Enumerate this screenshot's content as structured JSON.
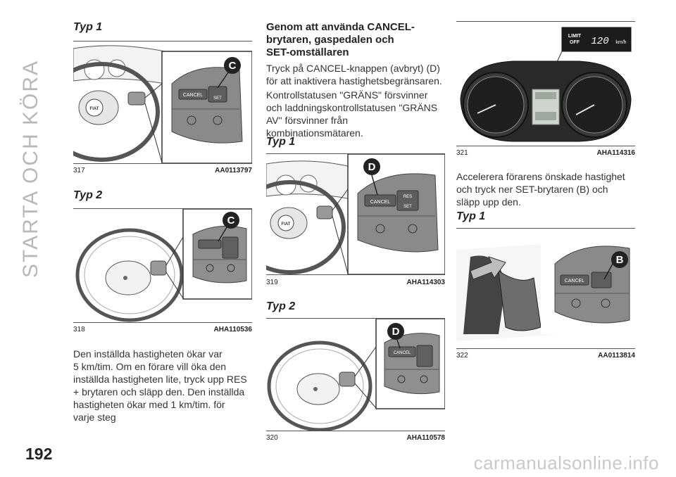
{
  "side_title": "STARTA OCH KÖRA",
  "page_number": "192",
  "watermark": "carmanualsonline.info",
  "col1": {
    "typ1": "Typ 1",
    "fig317": {
      "num": "317",
      "code": "AA0113797",
      "callout": "C",
      "btn_cancel": "CANCEL",
      "btn_set": "SET",
      "logo": "FIAT"
    },
    "typ2": "Typ 2",
    "fig318": {
      "num": "318",
      "code": "AHA110536",
      "callout": "C"
    },
    "paragraph": [
      "Den inställda hastigheten ökar var",
      "5 km/tim. Om en förare vill öka den",
      "inställda hastigheten lite, tryck upp RES",
      "+ brytaren och släpp den. Den inställda",
      "hastigheten ökar med 1 km/tim. för",
      "varje steg"
    ]
  },
  "col2": {
    "heading": [
      "Genom att använda CANCEL-",
      "brytaren, gaspedalen och",
      "SET-omställaren"
    ],
    "para1": [
      "Tryck på CANCEL-knappen (avbryt) (D)",
      "för att inaktivera hastighetsbegränsaren."
    ],
    "para2": [
      "Kontrollstatusen \"GRÄNS\" försvinner",
      "och laddningskontrollstatusen \"GRÄNS",
      "AV\" försvinner från",
      "kombinationsmätaren."
    ],
    "typ1": "Typ 1",
    "fig319": {
      "num": "319",
      "code": "AHA114303",
      "callout": "D",
      "btn_cancel": "CANCEL",
      "btn_res": "RES",
      "btn_set": "SET",
      "logo": "FIAT"
    },
    "typ2": "Typ 2",
    "fig320": {
      "num": "320",
      "code": "AHA110578",
      "callout": "D",
      "btn_cancel": "CANCEL"
    }
  },
  "col3": {
    "fig321": {
      "num": "321",
      "code": "AHA114316",
      "limit_label_1": "LIMIT",
      "limit_label_2": "OFF",
      "limit_value": "120",
      "limit_unit": "km/h"
    },
    "para": [
      "Accelerera förarens önskade hastighet",
      "och tryck ner SET-brytaren (B) och",
      "släpp upp den."
    ],
    "typ1": "Typ 1",
    "fig322": {
      "num": "322",
      "code": "AA0113814",
      "callout": "B",
      "btn_cancel": "CANCEL"
    }
  }
}
